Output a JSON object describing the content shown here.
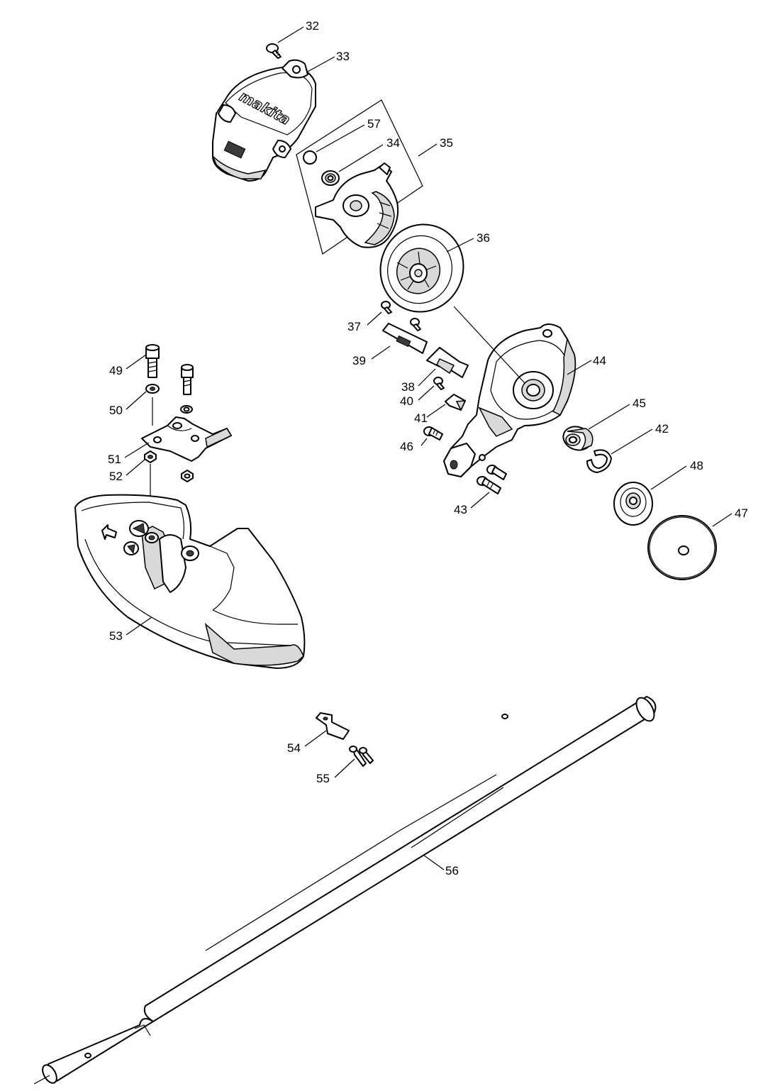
{
  "diagram": {
    "brand_logo_text": "makita",
    "callouts": [
      {
        "id": "32",
        "label": "32"
      },
      {
        "id": "33",
        "label": "33"
      },
      {
        "id": "57",
        "label": "57"
      },
      {
        "id": "34",
        "label": "34"
      },
      {
        "id": "35",
        "label": "35"
      },
      {
        "id": "36",
        "label": "36"
      },
      {
        "id": "37",
        "label": "37"
      },
      {
        "id": "39",
        "label": "39"
      },
      {
        "id": "44",
        "label": "44"
      },
      {
        "id": "38",
        "label": "38"
      },
      {
        "id": "40",
        "label": "40"
      },
      {
        "id": "41",
        "label": "41"
      },
      {
        "id": "45",
        "label": "45"
      },
      {
        "id": "46",
        "label": "46"
      },
      {
        "id": "42",
        "label": "42"
      },
      {
        "id": "48",
        "label": "48"
      },
      {
        "id": "43",
        "label": "43"
      },
      {
        "id": "47",
        "label": "47"
      },
      {
        "id": "49",
        "label": "49"
      },
      {
        "id": "50",
        "label": "50"
      },
      {
        "id": "51",
        "label": "51"
      },
      {
        "id": "52",
        "label": "52"
      },
      {
        "id": "53",
        "label": "53"
      },
      {
        "id": "54",
        "label": "54"
      },
      {
        "id": "55",
        "label": "55"
      },
      {
        "id": "56",
        "label": "56"
      }
    ]
  }
}
